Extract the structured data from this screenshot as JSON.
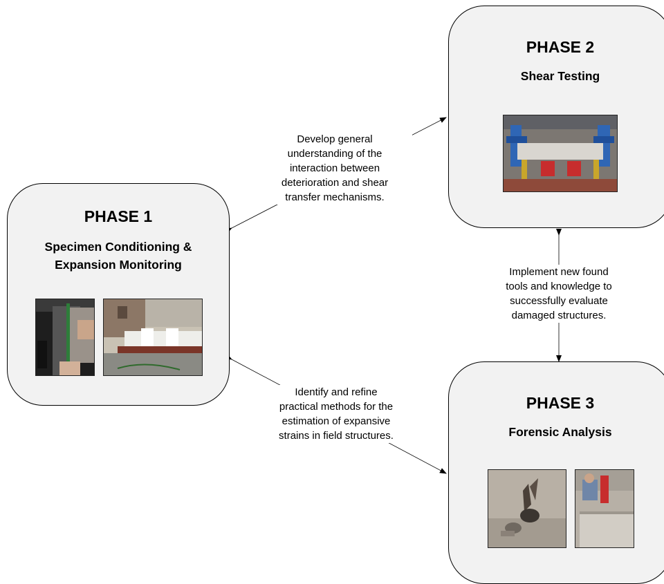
{
  "phase1": {
    "title": "PHASE 1",
    "subtitle_line1": "Specimen Conditioning &",
    "subtitle_line2": "Expansion Monitoring"
  },
  "phase2": {
    "title": "PHASE 2",
    "subtitle": "Shear Testing"
  },
  "phase3": {
    "title": "PHASE 3",
    "subtitle": "Forensic Analysis"
  },
  "notes": {
    "top": [
      "Develop general",
      "understanding of the",
      "interaction between",
      "deterioration and shear",
      "transfer mechanisms."
    ],
    "right": [
      "Implement new found",
      "tools and knowledge to",
      "successfully evaluate",
      "damaged structures."
    ],
    "bottom": [
      "Identify and refine",
      "practical methods for the",
      "estimation of expansive",
      "strains in field structures."
    ]
  },
  "colors": {
    "box_fill": "#f2f2f2",
    "border": "#000000"
  }
}
